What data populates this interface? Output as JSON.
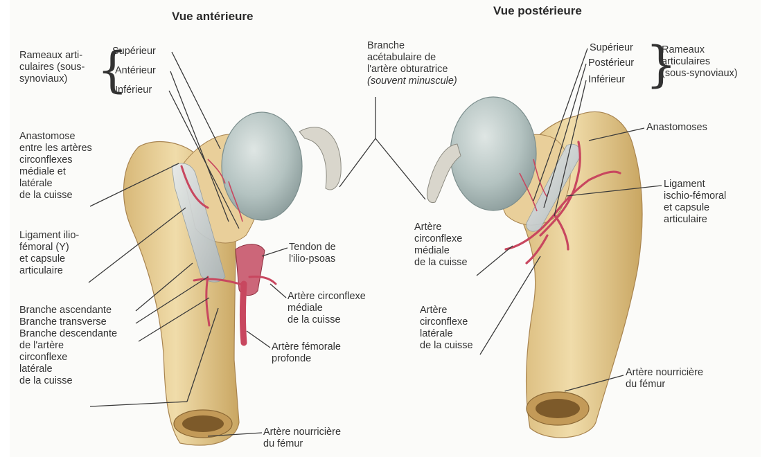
{
  "titles": {
    "anterior": "Vue antérieure",
    "posterior": "Vue postérieure"
  },
  "anterior": {
    "rameaux": "Rameaux arti-\nculaires (sous-\nsynoviaux)",
    "superieur": "Supérieur",
    "anterieur": "Antérieur",
    "inferieur": "Inférieur",
    "anastomose": "Anastomose\nentre les artères\ncirconflexes\nmédiale et\nlatérale\nde la cuisse",
    "ligament": "Ligament ilio-\nfémoral (Y)\net capsule\narticulaire",
    "branches": "Branche ascendante\nBranche transverse\nBranche descendante\nde l'artère\ncirconflexe\nlatérale\nde la cuisse",
    "tendon": "Tendon de\nl'ilio-psoas",
    "circonflexe_mediale": "Artère circonflexe\nmédiale\nde la cuisse",
    "femorale_profonde": "Artère fémorale\nprofonde",
    "nourriciere": "Artère nourricière\ndu fémur"
  },
  "center": {
    "branche_acetabulaire": "Branche\nacétabulaire de\nl'artère obturatrice",
    "souvent": "(souvent minuscule)"
  },
  "posterior": {
    "superieur": "Supérieur",
    "posterieur": "Postérieur",
    "inferieur": "Inférieur",
    "rameaux": "Rameaux\narticulaires\n(sous-synoviaux)",
    "anastomoses": "Anastomoses",
    "ligament": "Ligament\nischio-fémoral\net capsule\narticulaire",
    "circonflexe_mediale": "Artère\ncirconflexe\nmédiale\nde la cuisse",
    "circonflexe_laterale": "Artère\ncirconflexe\nlatérale\nde la cuisse",
    "nourriciere": "Artère nourricière\ndu fémur"
  },
  "colors": {
    "bone": "#e6cc93",
    "bone_shadow": "#c9a662",
    "cartilage": "#b9c7c6",
    "capsule": "#cdd6dc",
    "artery": "#c8475f",
    "leader": "#3a3a3a"
  }
}
